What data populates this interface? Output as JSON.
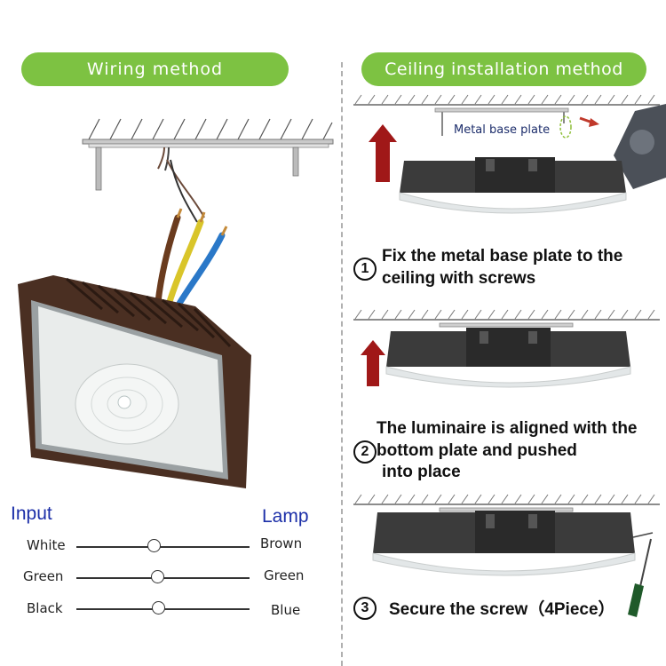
{
  "left_panel": {
    "title": "Wiring method",
    "legend": {
      "input_heading": "Input",
      "lamp_heading": "Lamp",
      "rows": [
        {
          "input": "White",
          "lamp": "Brown"
        },
        {
          "input": "Green",
          "lamp": "Green"
        },
        {
          "input": "Black",
          "lamp": "Blue"
        }
      ]
    }
  },
  "right_panel": {
    "title": "Ceiling installation method",
    "base_plate_label": "Metal base plate",
    "steps": [
      {
        "number": "1",
        "line1": "Fix the metal base plate to the",
        "line2": "ceiling with screws"
      },
      {
        "number": "2",
        "line1": "The luminaire is aligned with the",
        "line2": "bottom plate and pushed",
        "line3": "into place"
      },
      {
        "number": "3",
        "text": "Secure the screw",
        "suffix": "（4Piece）"
      }
    ]
  },
  "colors": {
    "accent_green": "#7dc242",
    "legend_blue": "#1c2fa8",
    "arrow_red": "#a01818",
    "housing_brown": "#4a2f22",
    "housing_gray": "#3b3b3b"
  }
}
